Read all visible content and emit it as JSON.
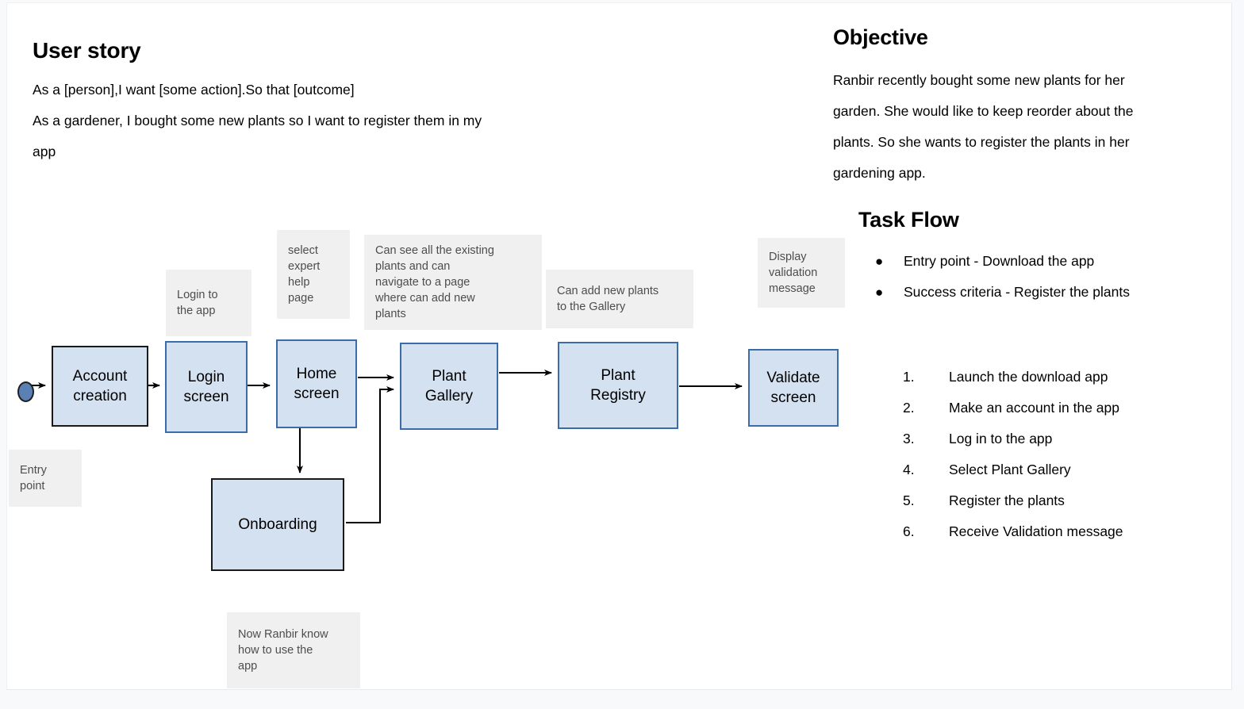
{
  "user_story": {
    "title": "User story",
    "lines": [
      "As a [person],I want [some action].So that [outcome]",
      "As a gardener, I bought some new plants so I want to register them in my",
      "app"
    ]
  },
  "objective": {
    "title": "Objective",
    "lines": [
      "Ranbir recently bought some new plants for her",
      "garden. She would like to keep reorder about the",
      "plants. So she wants to register the plants in her",
      "gardening app."
    ]
  },
  "task_flow": {
    "title": "Task Flow",
    "bullet_marker": "●",
    "bullets": [
      "Entry point - Download the app",
      "Success criteria - Register the plants"
    ],
    "steps": [
      {
        "number": "1.",
        "text": "Launch the download app"
      },
      {
        "number": "2.",
        "text": "Make an account in the app"
      },
      {
        "number": "3.",
        "text": "Log in to the app"
      },
      {
        "number": "4.",
        "text": "Select  Plant Gallery"
      },
      {
        "number": "5.",
        "text": "Register the plants"
      },
      {
        "number": "6.",
        "text": "Receive Validation message"
      }
    ]
  },
  "diagram": {
    "nodes": [
      {
        "id": "account-creation",
        "label": "Account\ncreation",
        "border": "dark"
      },
      {
        "id": "login-screen",
        "label": "Login\nscreen",
        "border": "blue"
      },
      {
        "id": "home-screen",
        "label": "Home\nscreen",
        "border": "blue"
      },
      {
        "id": "plant-gallery",
        "label": "Plant\nGallery",
        "border": "blue"
      },
      {
        "id": "plant-registry",
        "label": "Plant\nRegistry",
        "border": "blue"
      },
      {
        "id": "validate-screen",
        "label": "Validate\nscreen",
        "border": "blue"
      },
      {
        "id": "onboarding",
        "label": "Onboarding",
        "border": "dark"
      }
    ],
    "notes": [
      {
        "id": "entry-point",
        "text": "Entry\npoint"
      },
      {
        "id": "login-to-the-app",
        "text": "Login to\nthe app"
      },
      {
        "id": "select-expert-help-page",
        "text": "select\nexpert\nhelp\npage"
      },
      {
        "id": "can-see-existing-plants",
        "text": "Can see all the existing\nplants and can\nnavigate to a page\nwhere can add new\nplants"
      },
      {
        "id": "can-add-new-plants",
        "text": "Can add new plants\nto the Gallery"
      },
      {
        "id": "display-validation-message",
        "text": "Display\nvalidation\nmessage"
      },
      {
        "id": "now-ranbir-knows",
        "text": "Now Ranbir know\nhow to use the\napp"
      }
    ],
    "colors": {
      "node_fill": "#d4e1f0",
      "node_border_blue": "#3c6ca8",
      "node_border_dark": "#1a1a1a",
      "note_fill": "#f0f0f0",
      "note_text": "#4d4d4d",
      "start_fill": "#5b80b4",
      "connector": "#000000"
    }
  }
}
